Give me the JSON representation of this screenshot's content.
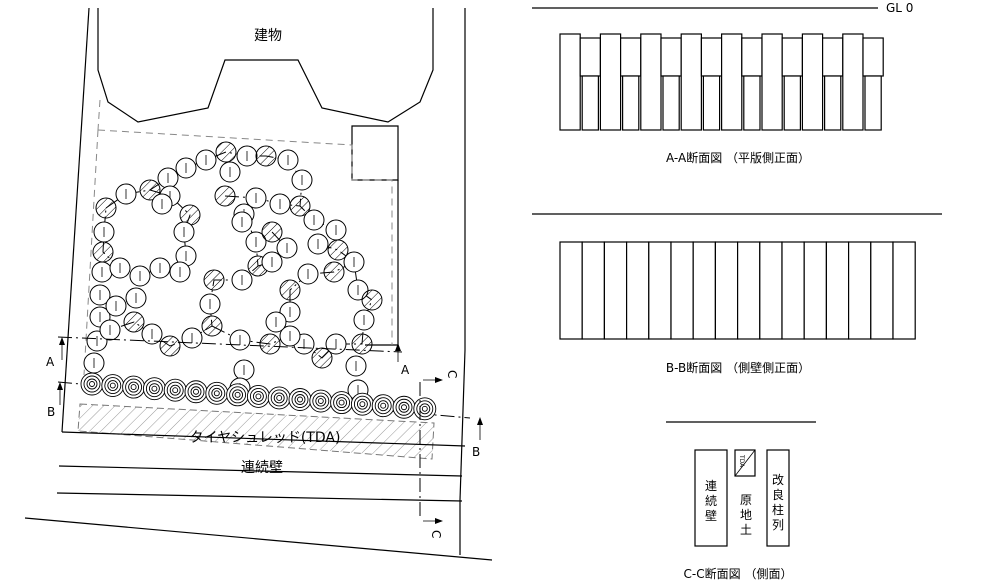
{
  "plan": {
    "building_label": "建物",
    "tda_label": "タイヤシュレッド(TDA)",
    "wall_label": "連続壁",
    "markers": {
      "a": "A",
      "b": "B",
      "c": "C"
    }
  },
  "section_aa": {
    "gl_label": "GL 0",
    "caption": "A-A断面図 （平版側正面）"
  },
  "section_bb": {
    "caption": "B-B断面図 （側壁側正面）"
  },
  "section_cc": {
    "caption": "C-C断面図 （側面）",
    "wall_label": "連続壁",
    "tda_label": "TDA",
    "soil_label": "原地土",
    "column_label": "改良柱列"
  }
}
